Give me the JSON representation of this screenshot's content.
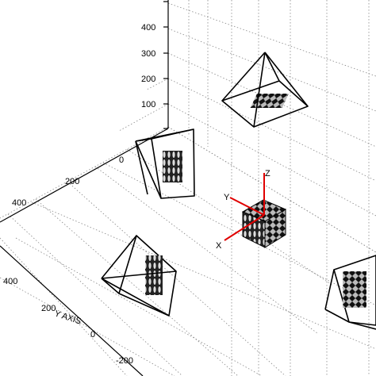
{
  "z_ticks": [
    "400",
    "300",
    "200",
    "100",
    "0"
  ],
  "y_ticks": [
    "400",
    "200",
    "0",
    "-200"
  ],
  "x_ticks": [
    "200",
    "400"
  ],
  "y_axis_label": "Y AXIS",
  "frame_labels": {
    "z": "Z",
    "y": "Y",
    "x": "X"
  },
  "colors": {
    "frame_axes": "#e00000",
    "grid": "#888888",
    "lines": "#000000"
  }
}
